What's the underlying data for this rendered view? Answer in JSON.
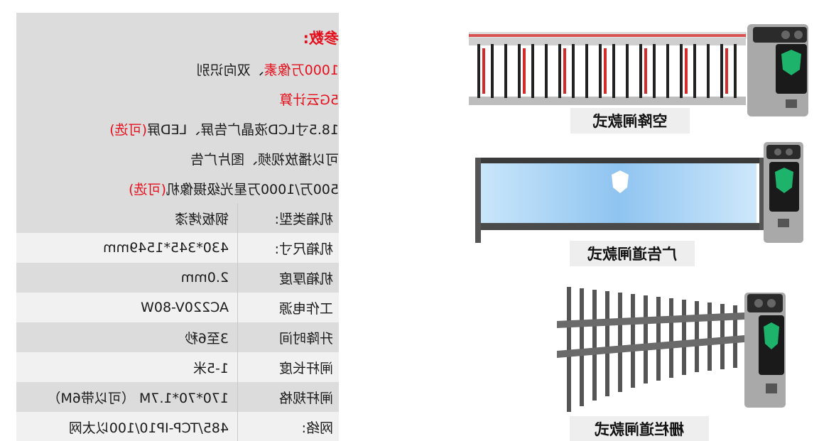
{
  "params": {
    "title": "参数:",
    "lines": [
      {
        "a": "1000万像素",
        "b": "、双向识别"
      },
      {
        "a": "5G云计算",
        "b": ""
      },
      {
        "a": "18.5寸LCD液晶广告屏、LED屏",
        "b": "(可选)"
      },
      {
        "a": "可以播放视频、图片广告",
        "b": ""
      },
      {
        "a": "500万/1000万星光级摄像机",
        "b": "(可选)"
      }
    ]
  },
  "specs": [
    {
      "label": "机箱类型:",
      "value": "钢板烤漆"
    },
    {
      "label": "机箱尺寸:",
      "value": "430*345*1549mm"
    },
    {
      "label": "机箱厚度",
      "value": "2.0mm"
    },
    {
      "label": "工作电源",
      "value": "AC220V-80W"
    },
    {
      "label": "升降时间",
      "value": "3至6秒"
    },
    {
      "label": "闸杆长度",
      "value": "1-5米"
    },
    {
      "label": "闸杆规格",
      "value": "170*70*1.7M （可以带6M）"
    },
    {
      "label": "网络:",
      "value": "485/TCP-IP10/100以太网"
    }
  ],
  "products": [
    {
      "caption": "空降闸款式"
    },
    {
      "caption": "广告道闸款式"
    },
    {
      "caption": "栅栏道闸款式"
    }
  ],
  "colors": {
    "red": "#e5101c",
    "panel": "#dcdcdc",
    "panel_light": "#f1f1f1"
  }
}
